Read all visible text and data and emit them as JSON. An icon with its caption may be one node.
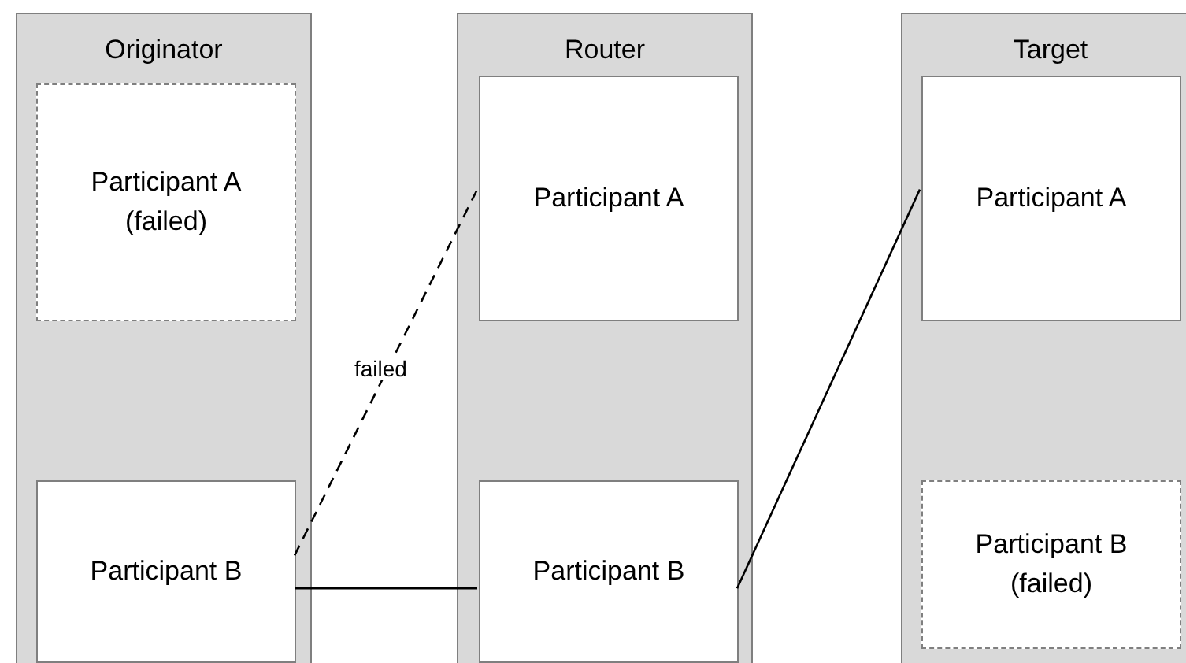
{
  "diagram": {
    "nodes": [
      {
        "text": [
          "Originator"
        ]
      },
      {
        "text": [
          "Participant A (failed)"
        ],
        "in": 0
      },
      {
        "text": [
          "Participant B"
        ],
        "in": 0
      },
      {
        "text": [
          "Router"
        ]
      },
      {
        "text": [
          "Participant A"
        ],
        "in": 3
      },
      {
        "text": [
          "Participant B"
        ],
        "in": 3
      },
      {
        "text": [
          "Target"
        ]
      },
      {
        "text": [
          "Participant A"
        ],
        "in": 6
      },
      {
        "text": [
          "Participant B (failed)"
        ],
        "in": 6
      }
    ],
    "edges": [
      {
        "from": 2,
        "to": 4,
        "arrow": "none",
        "label": "failed",
        "style": "dashed"
      },
      {
        "from": 2,
        "to": 5,
        "arrow": "none"
      },
      {
        "from": 5,
        "to": 7,
        "arrow": "none"
      }
    ]
  }
}
